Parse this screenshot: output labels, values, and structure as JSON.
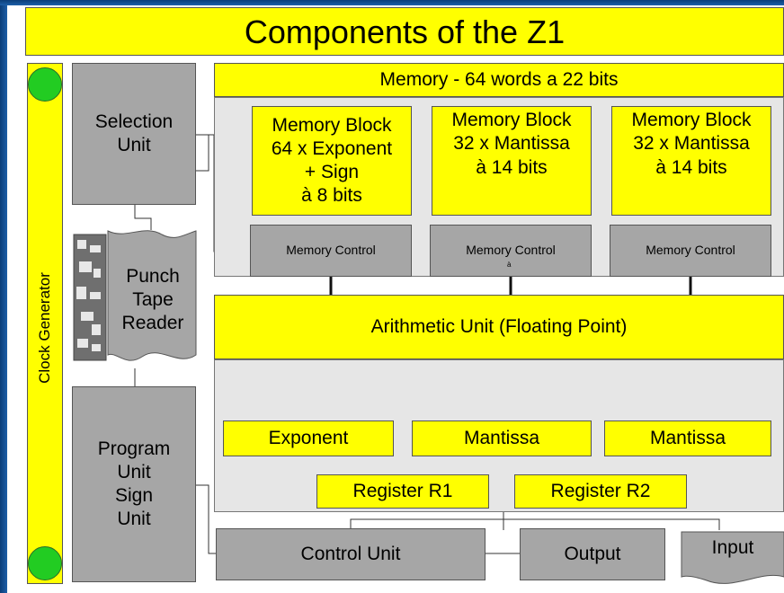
{
  "title": "Components of the Z1",
  "clock_generator": "Clock Generator",
  "selection_unit": "Selection\nUnit",
  "punch_tape_reader": "Punch\nTape\nReader",
  "program_unit": "Program\nUnit\nSign\nUnit",
  "memory": {
    "header": "Memory - 64 words a 22 bits",
    "blocks": [
      "Memory Block\n64 x Exponent\n+ Sign\nà 8 bits",
      "Memory Block\n32 x Mantissa\nà 14 bits",
      "Memory Block\n32 x Mantissa\nà 14 bits"
    ],
    "controls": [
      "Memory Control",
      "Memory Control",
      "Memory Control"
    ],
    "stray_char": "à"
  },
  "arithmetic": {
    "header": "Arithmetic Unit (Floating Point)",
    "exponent": "Exponent",
    "mantissa_1": "Mantissa",
    "mantissa_2": "Mantissa",
    "register_r1": "Register R1",
    "register_r2": "Register R2"
  },
  "control_unit": "Control Unit",
  "output": "Output",
  "input": "Input",
  "colors": {
    "yellow": "#ffff00",
    "gray": "#a6a6a6",
    "light_gray": "#e6e6e6",
    "green": "#22cc22",
    "frame_blue": "#1d5fa8"
  }
}
